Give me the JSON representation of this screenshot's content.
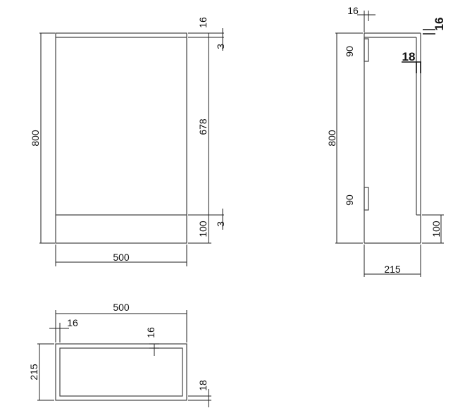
{
  "front_view": {
    "height_total": "800",
    "width": "500",
    "top_panel": "16",
    "top_gap": "3",
    "door_height": "678",
    "plinth_height": "100",
    "plinth_gap": "3"
  },
  "side_view": {
    "top_thickness": "16",
    "side_thickness": "16",
    "hinge_top": "90",
    "back_thickness": "18",
    "height_total": "800",
    "hinge_bottom": "90",
    "plinth_height": "100",
    "depth": "215"
  },
  "plan_view": {
    "width": "500",
    "side_thickness": "16",
    "top_thickness": "16",
    "depth": "215",
    "back_thickness": "18"
  },
  "colors": {
    "line": "#222222",
    "background": "#ffffff"
  }
}
